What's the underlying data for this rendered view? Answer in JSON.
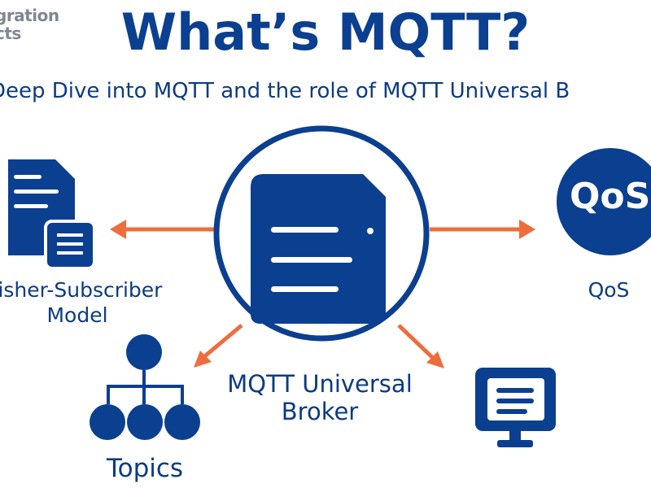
{
  "logo": {
    "text": "gration\ncts"
  },
  "header": {
    "title": "What’s MQTT?",
    "subtitle": "Deep Dive into MQTT and the role of MQTT Universal B"
  },
  "nodes": {
    "pubsub": {
      "label": "lisher-Subscriber Model"
    },
    "qos": {
      "label": "QoS",
      "icon_text": "QoS"
    },
    "broker": {
      "label": "MQTT Universal\nBroker"
    },
    "topics": {
      "label": "Topics"
    }
  },
  "colors": {
    "navy": "#0b3f8f",
    "arrow": "#ee6d3d",
    "background": "#ffffff"
  },
  "icons": [
    "document-icon",
    "qos-icon",
    "server-icon",
    "hierarchy-icon",
    "monitor-icon"
  ]
}
